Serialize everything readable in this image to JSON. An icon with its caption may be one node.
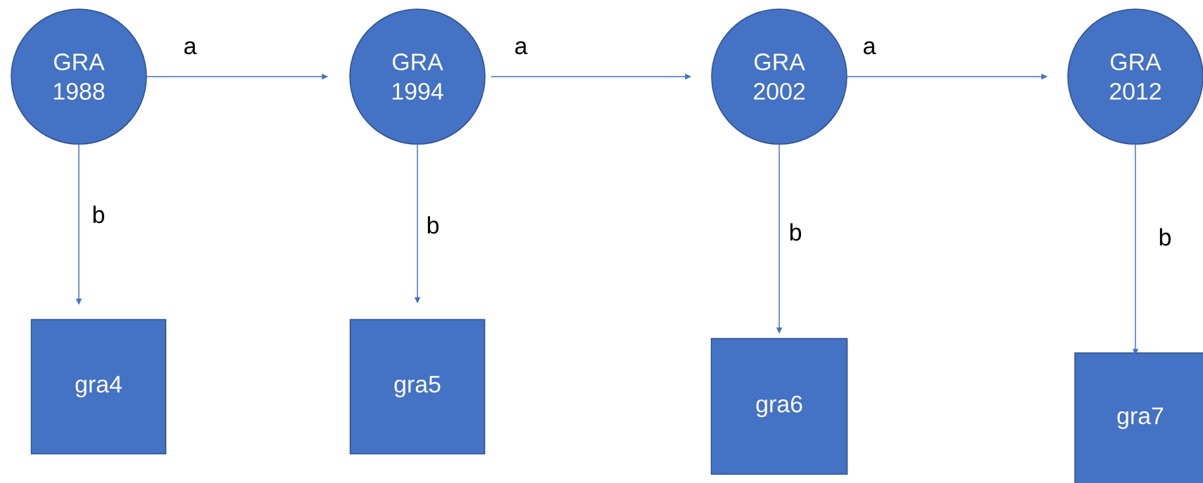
{
  "diagram": {
    "nodes": [
      {
        "text": [
          "GRA 1988"
        ]
      },
      {
        "text": [
          "GRA 1994"
        ]
      },
      {
        "text": [
          "GRA 2002"
        ]
      },
      {
        "text": [
          "GRA 2012"
        ]
      },
      {
        "text": [
          "gra4"
        ]
      },
      {
        "text": [
          "gra5"
        ]
      },
      {
        "text": [
          "gra6"
        ]
      },
      {
        "text": [
          "gra7"
        ]
      }
    ],
    "edges": [
      {
        "from": 0,
        "to": 1,
        "arrow": "to",
        "label": "a"
      },
      {
        "from": 1,
        "to": 2,
        "arrow": "to",
        "label": "a"
      },
      {
        "from": 2,
        "to": 3,
        "arrow": "to",
        "label": "a"
      },
      {
        "from": 0,
        "to": 4,
        "arrow": "to",
        "label": "b"
      },
      {
        "from": 1,
        "to": 5,
        "arrow": "to",
        "label": "b"
      },
      {
        "from": 2,
        "to": 6,
        "arrow": "to",
        "label": "b"
      },
      {
        "from": 3,
        "to": 7,
        "arrow": "to",
        "label": "b"
      }
    ]
  }
}
